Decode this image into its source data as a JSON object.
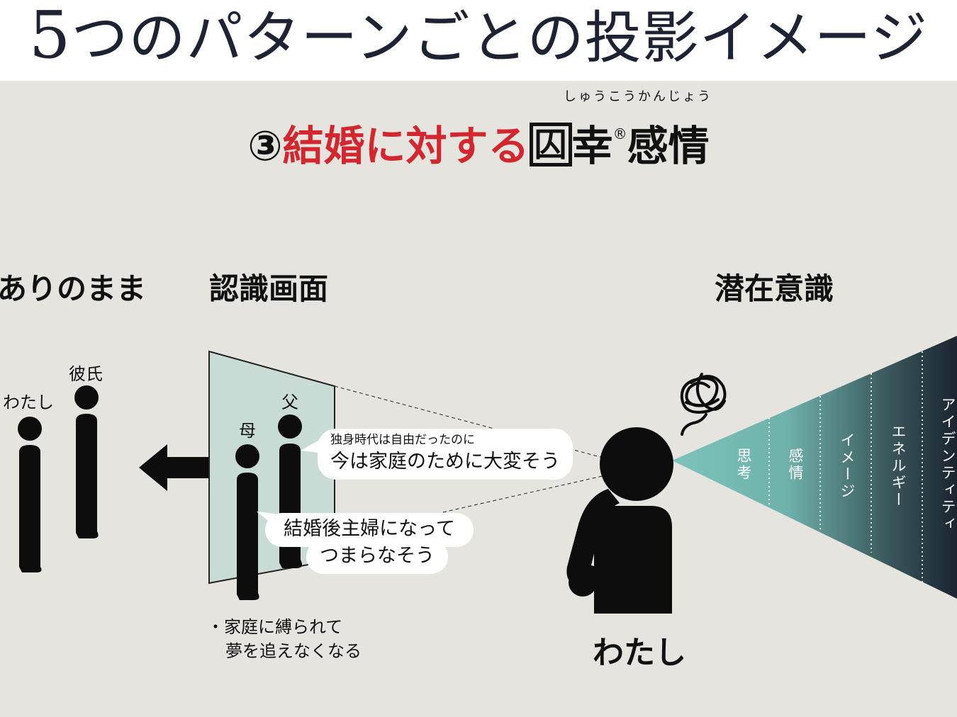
{
  "header": {
    "title_number": "5",
    "title_rest": "つのパターンごとの投影イメージ"
  },
  "subtitle": {
    "number": "③",
    "red_text": "結婚に対する",
    "boxed_kanji": "囚",
    "kanji_after_box": "幸",
    "registered_mark": "®",
    "tail": "感情",
    "ruby": "しゅうこうかんじょう"
  },
  "sections": {
    "reality": "ありのまま",
    "screen": "認識画面",
    "subconscious": "潜在意識"
  },
  "reality_figures": {
    "me": "わたし",
    "boyfriend": "彼氏"
  },
  "screen_figures": {
    "father": "父",
    "mother": "母"
  },
  "bubbles": {
    "top_small": "独身時代は自由だったのに",
    "top_main": "今は家庭のために大変そう",
    "bottom_line1": "結婚後主婦になって",
    "bottom_line2": "つまらなそう"
  },
  "note": {
    "line1": "・家庭に縛られて",
    "line2": "夢を追えなくなる"
  },
  "person_label": "わたし",
  "cone_layers": [
    "思考",
    "感情",
    "イメージ",
    "エネルギー",
    "アイデンティティ"
  ],
  "colors": {
    "title_navy": "#1d2333",
    "accent_red": "#d3262f",
    "screen_fill": "#c9dbd5",
    "cone_teal": "#7cc3bc",
    "cone_dark": "#1b2430",
    "background": "#e6e4df"
  }
}
